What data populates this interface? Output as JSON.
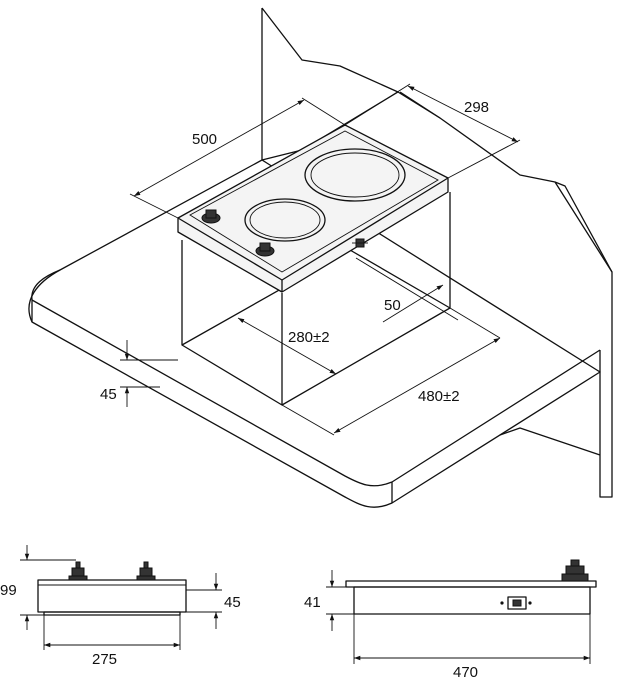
{
  "dimensions": {
    "top_width": "500",
    "top_depth": "298",
    "cutout_depth": "280±2",
    "cutout_width": "480±2",
    "wall_offset": "50",
    "worktop_offset": "45",
    "front_total_height": "99",
    "front_body_height": "45",
    "front_width": "275",
    "side_body_height": "41",
    "side_width": "470"
  }
}
